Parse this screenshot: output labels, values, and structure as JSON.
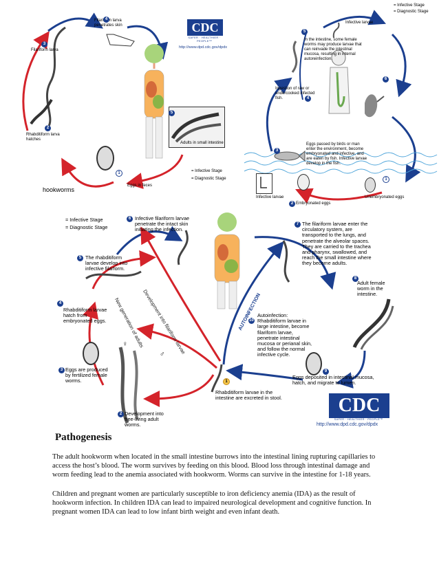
{
  "colors": {
    "infective_arrow": "#1b3f8f",
    "diagnostic_arrow": "#d4232a",
    "cdc_blue": "#1b3f8f"
  },
  "top_left_cycle": {
    "labels": {
      "filariform_larva_penetrates": "Filariform larva penetrates skin",
      "filariform_larva": "Filariform larva",
      "rhabditiform_larva_hatches": "Rhabditiform larva hatches",
      "adults_small_intestine": "Adults in small intestine",
      "eggs_in_feces": "Eggs in feces",
      "infective_stage": "= Infective Stage",
      "diagnostic_stage": "= Diagnostic Stage"
    },
    "badges": [
      "1",
      "2",
      "3",
      "4",
      "5"
    ],
    "caption": "hookworms"
  },
  "top_logo": {
    "text": "CDC",
    "tagline": "SAFER · HEALTHIER · PEOPLE™",
    "url": "http://www.dpd.cdc.gov/dpdx"
  },
  "top_right_cycle": {
    "labels": {
      "infective_larvae": "Infective larvae",
      "infective_stage": "= Infective Stage",
      "diagnostic_stage": "= Diagnostic Stage",
      "autoinfection": "In the intestine, some female worms may produce larvae that can reinvade the intestinal mucosa, resulting in internal autoreinfection.",
      "ingestion": "Ingestion of raw or undercooked infected fish.",
      "eggs_passed": "Eggs passed by birds or man enter the environment, become embryonated and infective, and are eaten by fish. Infective larvae develop in the fish.",
      "infective_larvae_bottom": "Infective larvae",
      "embryonated_eggs": "Embryonated eggs",
      "unembryonated_eggs": "Unembryonated eggs"
    },
    "badges": [
      "1",
      "2",
      "3",
      "4",
      "5",
      "6"
    ]
  },
  "bottom_cycle": {
    "legend": {
      "infective_stage": "= Infective Stage",
      "diagnostic_stage": "= Diagnostic Stage"
    },
    "steps": {
      "s1": "Rhabditiform larvae in the intestine are excreted in stool.",
      "s2": "Development into free-living adult worms.",
      "s3": "Eggs are produced by fertilized female worms.",
      "s4": "Rhabditiform larvae hatch from embryonated eggs.",
      "s5": "The rhabditiform larvae develop into infective filarform.",
      "s6": "Infective filariform larvae penetrate the intact skin initiating the infection.",
      "s7": "The filariform larvae enter the circulatory system, are transported to the lungs, and penetrate the alveolar spaces. They are carried to the trachea and pharynx, swallowed, and reach the small intestine where they become adults.",
      "s8": "Adult female worm in the intestine.",
      "s9": "Eggs deposited in intestinal mucosa, hatch, and migrate to lumen.",
      "s10": "Autoinfection: Rhabditiform larvae in large intestine, become filariform larvae, penetrate intestinal mucosa or perianal skin, and follow the normal infective cycle."
    },
    "arrow_labels": {
      "new_generation": "New generation of adults",
      "development": "Development into filariform larvae",
      "autoinfection": "AUTOINFECTION"
    },
    "sex_symbols": {
      "female": "♀",
      "male": "♂"
    }
  },
  "bottom_logo": {
    "text": "CDC",
    "tagline": "SAFER · HEALTHIER · PEOPLE™",
    "url": "http://www.dpd.cdc.gov/dpdx"
  },
  "article": {
    "heading": "Pathogenesis",
    "paragraphs": [
      "The adult hookworm when located in the small intestine burrows into the intestinal lining rupturing capillaries to access the host’s blood. The worm survives by feeding on this blood. Blood loss through intestinal damage and worm feeding lead to the anemia associated with hookworm. Worms can survive in the intestine for 1-18 years.",
      "Children and pregnant women are particularly susceptible to iron deficiency anemia (IDA) as the result of hookworm infection. In children IDA can lead to impaired neurological development and cognitive function. In pregnant women IDA can lead to low infant birth weight and even infant death."
    ]
  }
}
